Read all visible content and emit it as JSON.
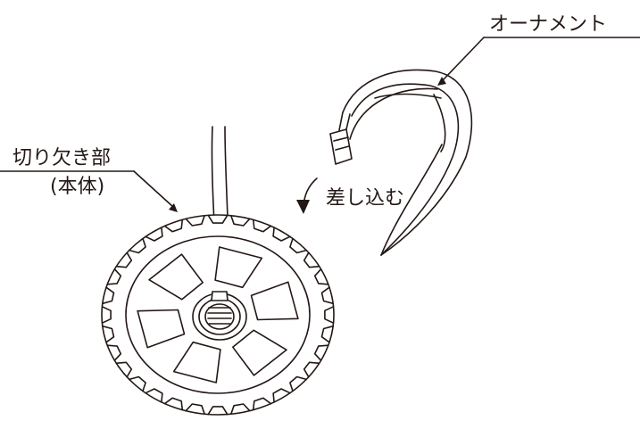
{
  "labels": {
    "ornament": "オーナメント",
    "notch": "切り欠き部",
    "body": "(本体)",
    "insert": "差し込む"
  },
  "colors": {
    "line": "#231815",
    "background": "#ffffff"
  },
  "parts": {
    "hub_icon": "threaded-hub-icon",
    "insert_arrow_icon": "curved-arrow-down-icon",
    "connector_icon": "tab-connector-icon"
  }
}
